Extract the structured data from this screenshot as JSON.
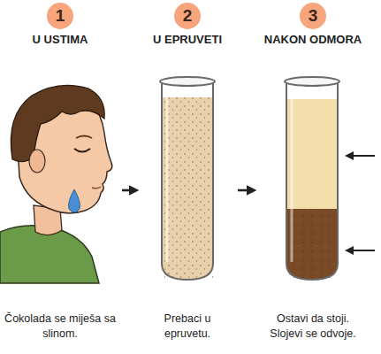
{
  "diagram": {
    "nodes": [
      {
        "text": [
          "1",
          "U USTIMA",
          "Čokolada se miješa sa slinom."
        ]
      },
      {
        "text": [
          "2",
          "U EPRUVETI",
          "Prebaci u epruvetu."
        ]
      },
      {
        "text": [
          "3",
          "NAKON ODMORA",
          "Ostavi da stoji. Slojevi se odvoje."
        ]
      }
    ],
    "edges": [
      {
        "from": 0,
        "to": 1,
        "arrow": "to"
      },
      {
        "from": 1,
        "to": 2,
        "arrow": "to"
      }
    ]
  }
}
